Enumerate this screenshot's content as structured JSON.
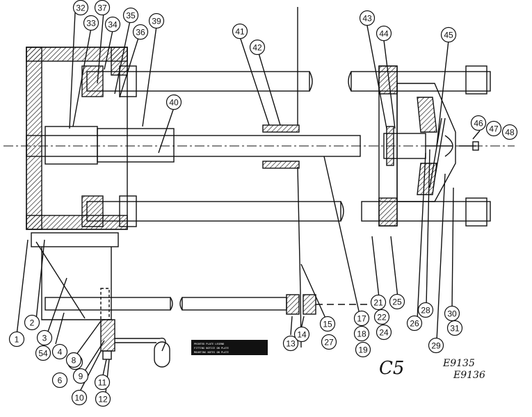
{
  "drawing": {
    "sheet_label": "C5",
    "drawing_numbers": [
      "E9135",
      "E9136"
    ],
    "plate_lines": [
      "PRINTED PLATE LEGEND",
      "FITTING NOTICE ON PLATE",
      "MOUNTING NOTES ON PLATE"
    ]
  },
  "callouts": [
    {
      "number": "1"
    },
    {
      "number": "2"
    },
    {
      "number": "3"
    },
    {
      "number": "4"
    },
    {
      "number": "54"
    },
    {
      "number": "5"
    },
    {
      "number": "6"
    },
    {
      "number": "8"
    },
    {
      "number": "9"
    },
    {
      "number": "10"
    },
    {
      "number": "11"
    },
    {
      "number": "12"
    },
    {
      "number": "13"
    },
    {
      "number": "14"
    },
    {
      "number": "15"
    },
    {
      "number": "27"
    },
    {
      "number": "17"
    },
    {
      "number": "18"
    },
    {
      "number": "19"
    },
    {
      "number": "21"
    },
    {
      "number": "22"
    },
    {
      "number": "24"
    },
    {
      "number": "25"
    },
    {
      "number": "26"
    },
    {
      "number": "28"
    },
    {
      "number": "29"
    },
    {
      "number": "30"
    },
    {
      "number": "31"
    },
    {
      "number": "32"
    },
    {
      "number": "37"
    },
    {
      "number": "33"
    },
    {
      "number": "34"
    },
    {
      "number": "35"
    },
    {
      "number": "36"
    },
    {
      "number": "39"
    },
    {
      "number": "40"
    },
    {
      "number": "41"
    },
    {
      "number": "42"
    },
    {
      "number": "43"
    },
    {
      "number": "44"
    },
    {
      "number": "45"
    },
    {
      "number": "46"
    },
    {
      "number": "47"
    },
    {
      "number": "48"
    }
  ],
  "colors": {
    "ink": "#111111",
    "paper": "#ffffff",
    "hatch": "#222222"
  }
}
